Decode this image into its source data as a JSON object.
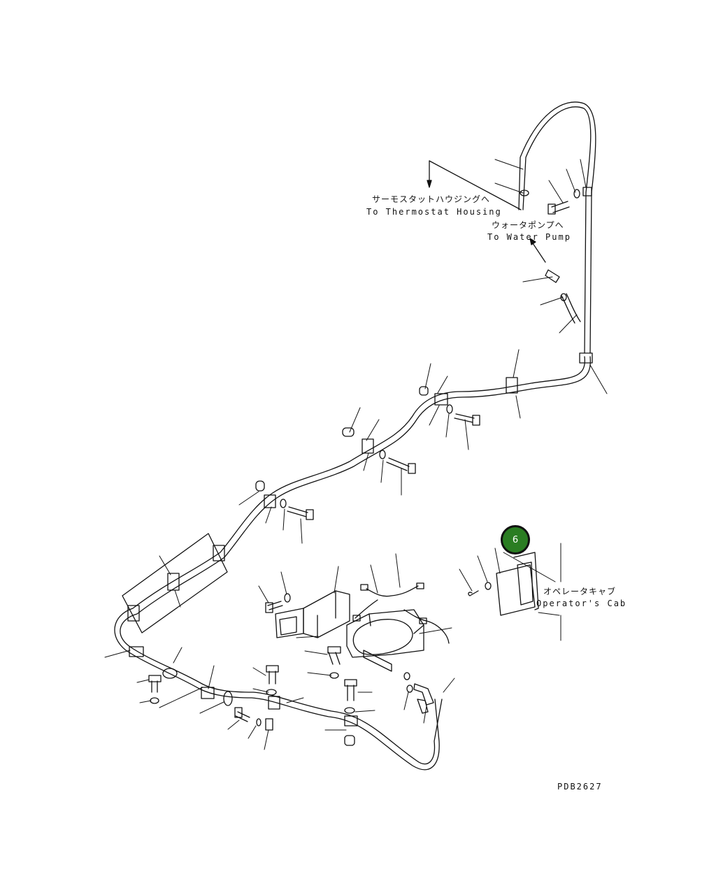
{
  "labels": {
    "thermostat_jp": "サーモスタットハウジングへ",
    "thermostat_en": "To Thermostat Housing",
    "water_pump_jp": "ウォータポンプへ",
    "water_pump_en": "To Water Pump",
    "operator_cab_jp": "オペレータキャブ",
    "operator_cab_en": "Operator's Cab",
    "drawing_code": "PDB2627"
  },
  "callout": {
    "number": "6",
    "color": "#2a7d22"
  },
  "colors": {
    "line": "#111111",
    "background": "#ffffff"
  }
}
